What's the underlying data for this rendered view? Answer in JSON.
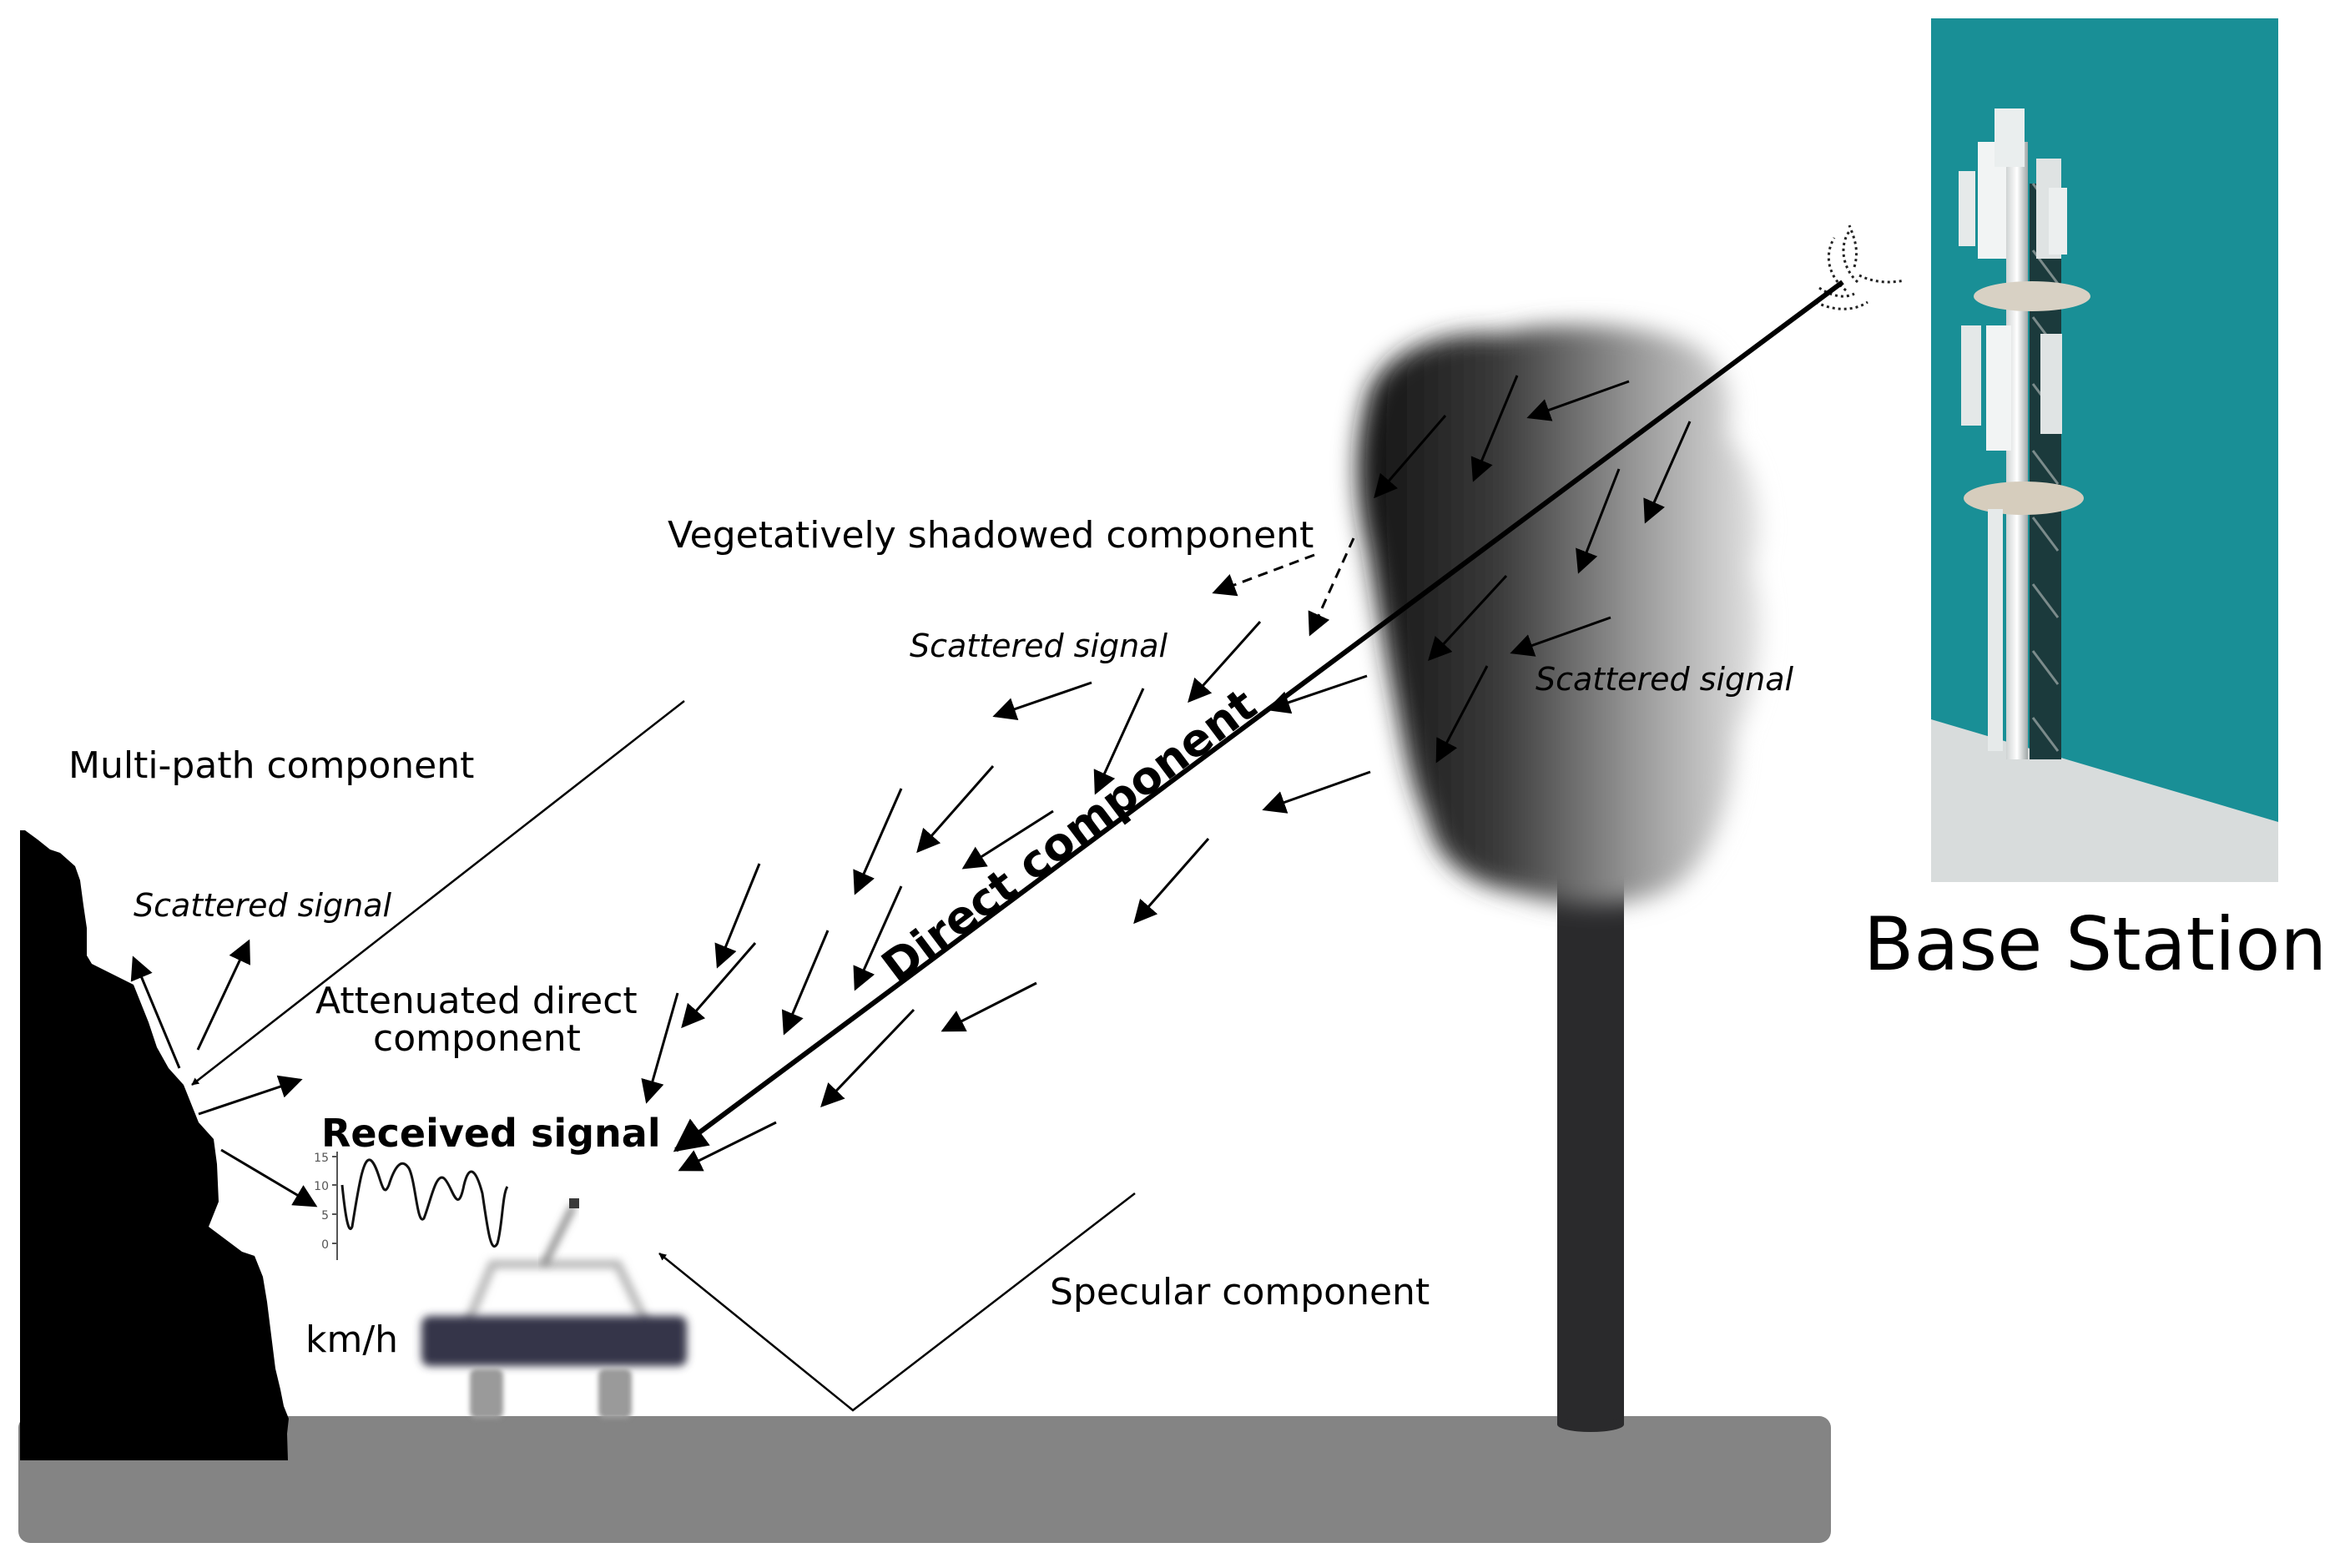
{
  "labels": {
    "vegetative": "Vegetatively shadowed component",
    "scattered_1": "Scattered signal",
    "scattered_2": "Scattered signal",
    "scattered_3": "Scattered signal",
    "multipath": "Multi-path component",
    "attenuated_line1": "Attenuated direct",
    "attenuated_line2": "component",
    "received": "Received signal",
    "direct": "Direct component",
    "specular": "Specular component",
    "speed_unit": "km/h",
    "base_station": "Base Station"
  },
  "received_plot": {
    "tick_labels": [
      "15",
      "10",
      "5",
      "0"
    ]
  },
  "colors": {
    "ground": "#848484",
    "pole": "#2a2a2c",
    "car_body": "#34354a",
    "cliff": "#000000",
    "sky": "#198f96",
    "wall": "#d8dcdc",
    "tree_dark": "#1c1c1c"
  }
}
